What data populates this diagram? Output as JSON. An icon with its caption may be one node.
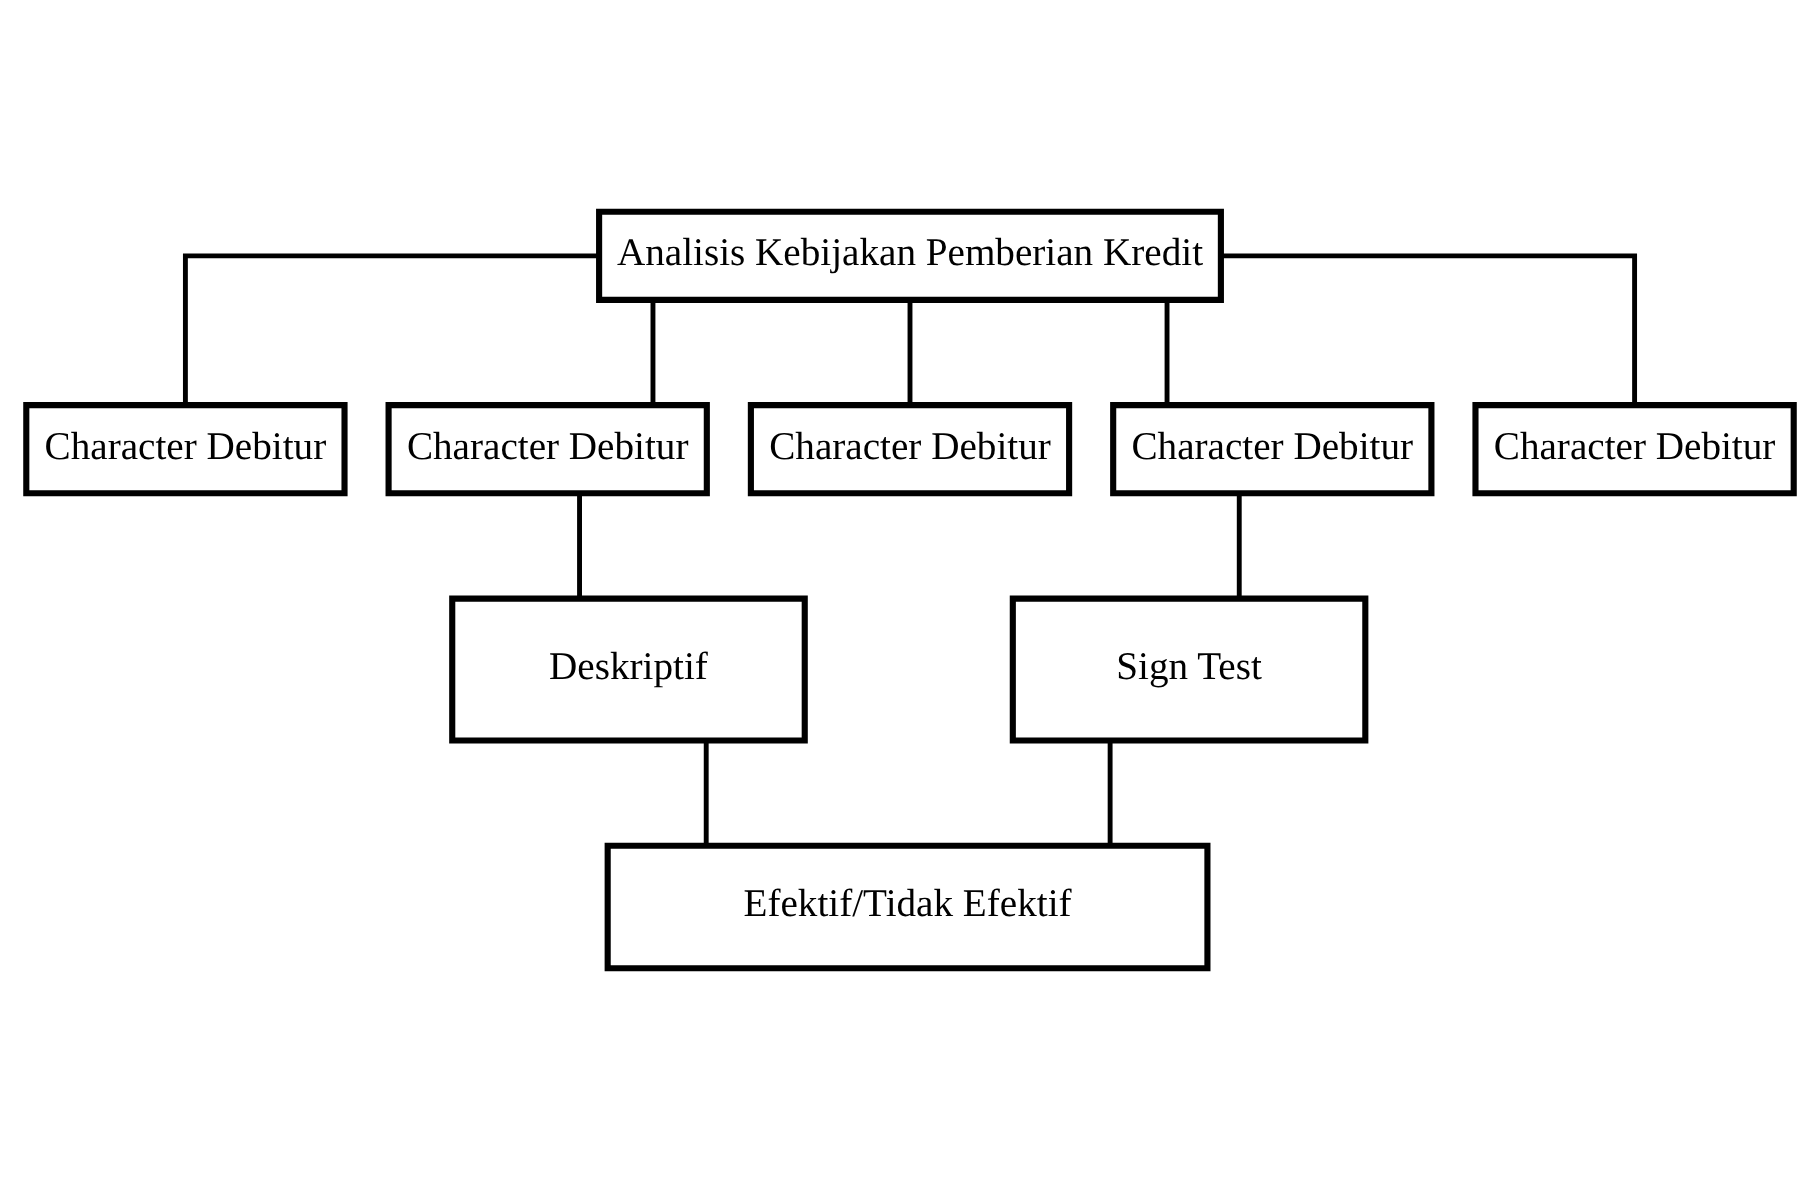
{
  "diagram": {
    "nodes": [
      {
        "text": [
          "Analisis Kebijakan Pemberian Kredit"
        ]
      },
      {
        "text": [
          "Character Debitur"
        ]
      },
      {
        "text": [
          "Character Debitur"
        ]
      },
      {
        "text": [
          "Character Debitur"
        ]
      },
      {
        "text": [
          "Character Debitur"
        ]
      },
      {
        "text": [
          "Character Debitur"
        ]
      },
      {
        "text": [
          "Deskriptif"
        ]
      },
      {
        "text": [
          "Sign Test"
        ]
      },
      {
        "text": [
          "Efektif/Tidak Efektif"
        ]
      }
    ],
    "edges": [
      {
        "from": 0,
        "to": 1,
        "arrow": "none"
      },
      {
        "from": 0,
        "to": 2,
        "arrow": "none"
      },
      {
        "from": 0,
        "to": 3,
        "arrow": "none"
      },
      {
        "from": 0,
        "to": 4,
        "arrow": "none"
      },
      {
        "from": 0,
        "to": 5,
        "arrow": "none"
      },
      {
        "from": 2,
        "to": 6,
        "arrow": "none"
      },
      {
        "from": 4,
        "to": 7,
        "arrow": "none"
      },
      {
        "from": 6,
        "to": 8,
        "arrow": "none"
      },
      {
        "from": 7,
        "to": 8,
        "arrow": "none"
      }
    ]
  }
}
